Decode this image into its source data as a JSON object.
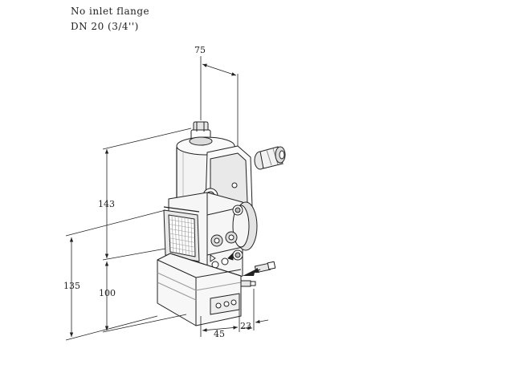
{
  "captions": {
    "line1": "No inlet flange",
    "line2": "DN 20 (3/4'')"
  },
  "dimensions": {
    "top_width": "75",
    "upper_height": "143",
    "lower_height": "100",
    "total_height": "135",
    "bottom_width": "45",
    "side_offset": "23"
  },
  "colors": {
    "line": "#222222",
    "shade_dark": "#bdbdbd",
    "shade_mid": "#dedede",
    "shade_light": "#f2f2f2"
  }
}
